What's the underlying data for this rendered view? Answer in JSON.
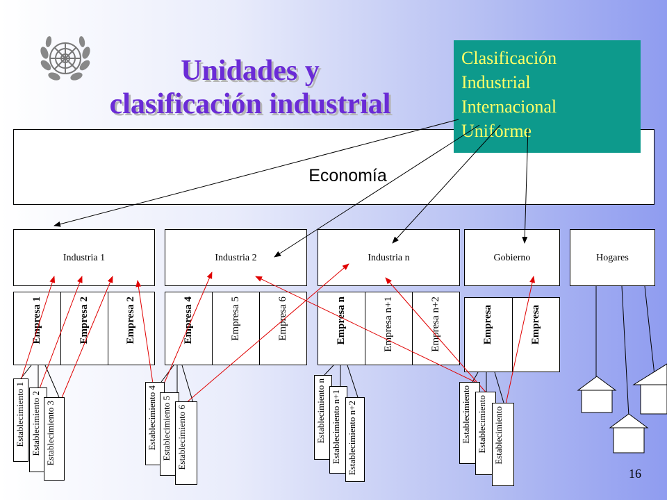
{
  "title": {
    "line1": "Unidades y",
    "line2": "clasificación industrial"
  },
  "callout": {
    "lines": [
      "Clasificación",
      "Industrial",
      "Internacional",
      "Uniforme"
    ],
    "background": "#0d9a8c",
    "text_color": "#ffff66"
  },
  "economy": {
    "label": "Economía"
  },
  "sectors": [
    {
      "label": "Industria 1"
    },
    {
      "label": "Industria 2"
    },
    {
      "label": "Industria n"
    },
    {
      "label": "Gobierno"
    },
    {
      "label": "Hogares"
    }
  ],
  "firms": [
    {
      "label": "Empresa 1"
    },
    {
      "label": "Empresa 2"
    },
    {
      "label": "Empresa 2"
    },
    {
      "label": "Empresa 4"
    },
    {
      "label": "Empresa 5"
    },
    {
      "label": "Empresa 6"
    },
    {
      "label": "Empresa n"
    },
    {
      "label": "Empresa n+1"
    },
    {
      "label": "Empresa n+2"
    },
    {
      "label": "Empresa"
    },
    {
      "label": "Empresa"
    }
  ],
  "establishments": [
    {
      "label": "Establecimiento 1"
    },
    {
      "label": "Establecimiento 2"
    },
    {
      "label": "Establecimiento 3"
    },
    {
      "label": "Establecimiento 4"
    },
    {
      "label": "Establecimiento 5"
    },
    {
      "label": "Establecimiento 6"
    },
    {
      "label": "Establecimiento n"
    },
    {
      "label": "Establecimiento n+1"
    },
    {
      "label": "Establecimiento n+2"
    },
    {
      "label": "Establecimiento"
    },
    {
      "label": "Establecimiento"
    },
    {
      "label": "Establecimiento"
    }
  ],
  "colors": {
    "title": "#6a2bd6",
    "arrow_red": "#e00000",
    "arrow_black": "#000000"
  },
  "logo": {
    "icon": "un-emblem-icon"
  },
  "page_number": "16"
}
